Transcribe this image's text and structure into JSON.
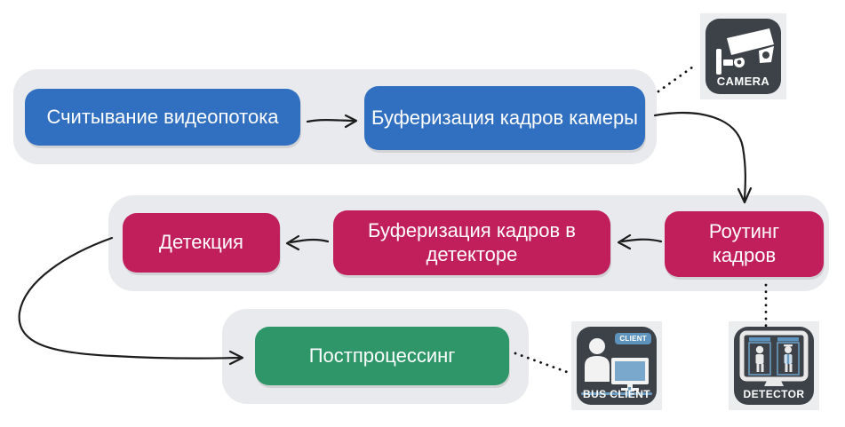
{
  "palette": {
    "node_blue": "#3170c0",
    "node_crimson": "#c11f5b",
    "node_green": "#2e9669",
    "lane_gray": "#e8eaed",
    "icon_dark": "#3c4248",
    "icon_blue": "#6b9bc0",
    "arrow_black": "#1d1d1d",
    "node_text": "#ffffff"
  },
  "diagram": {
    "nodes": [
      {
        "id": "read-stream",
        "label": "Считывание видеопотока",
        "color": "#3170c0"
      },
      {
        "id": "camera-buffer",
        "label": "Буферизация кадров камеры",
        "color": "#3170c0"
      },
      {
        "id": "detection",
        "label": "Детекция",
        "color": "#c11f5b"
      },
      {
        "id": "detector-buffer",
        "label": "Буферизация кадров в детекторе",
        "color": "#c11f5b"
      },
      {
        "id": "frame-routing",
        "label": "Роутинг кадров",
        "color": "#c11f5b"
      },
      {
        "id": "postprocessing",
        "label": "Постпроцессинг",
        "color": "#2e9669"
      }
    ],
    "icons": {
      "camera": {
        "caption": "CAMERA"
      },
      "bus_client": {
        "caption": "BUS CLIENT",
        "badge": "CLIENT"
      },
      "detector": {
        "caption": "DETECTOR"
      }
    },
    "edges": [
      {
        "from": "read-stream",
        "to": "camera-buffer",
        "style": "solid-arrow"
      },
      {
        "from": "camera-buffer",
        "to": "frame-routing",
        "style": "solid-arrow-curved"
      },
      {
        "from": "frame-routing",
        "to": "detector-buffer",
        "style": "solid-arrow"
      },
      {
        "from": "detector-buffer",
        "to": "detection",
        "style": "solid-arrow"
      },
      {
        "from": "detection",
        "to": "postprocessing",
        "style": "solid-arrow-curved"
      },
      {
        "from": "camera-buffer",
        "to": "camera-icon",
        "style": "dotted"
      },
      {
        "from": "postprocessing",
        "to": "bus-client-icon",
        "style": "dotted"
      },
      {
        "from": "frame-routing",
        "to": "detector-icon",
        "style": "dotted"
      }
    ]
  }
}
